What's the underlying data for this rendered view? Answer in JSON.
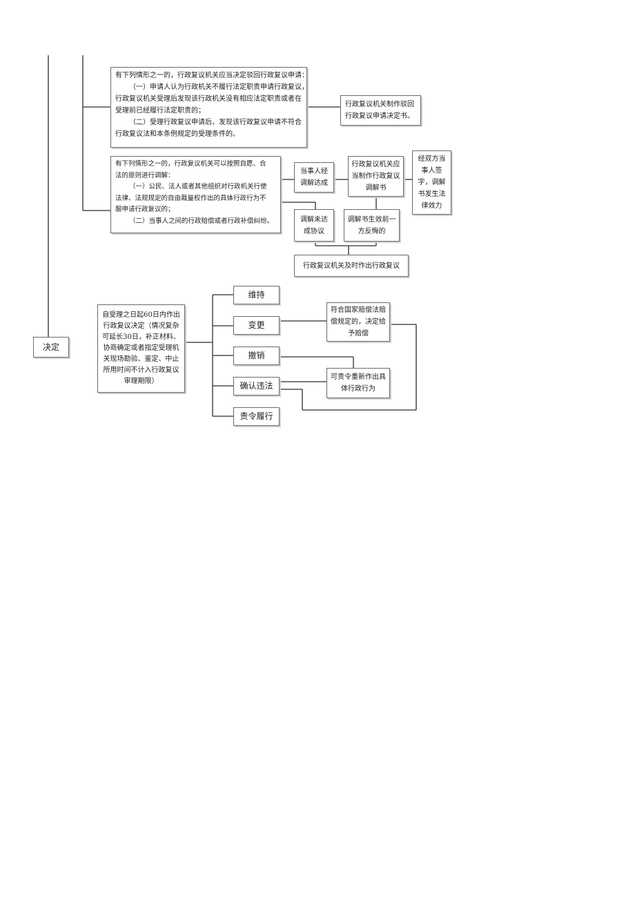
{
  "dismiss": {
    "conditions": [
      "有下列情形之一的，行政复议机关应当决定驳回行政复议申请：",
      "（一）申请人认为行政机关不履行法定职责申请行政复议，",
      "行政复议机关受理后发现该行政机关没有相应法定职责或者在",
      "受理前已经履行法定职责的；",
      "（二）受理行政复议申请后，发现该行政复议申请不符合",
      "行政复议法和本条例规定的受理条件的。"
    ],
    "result": [
      "行政复议机关制作驳回",
      "行政复议申请决定书。"
    ]
  },
  "mediation": {
    "conditions": [
      "有下列情形之一的，行政复议机关可以按照自愿、合",
      "法的原则进行调解：",
      "（一）公民、法人或者其他组织对行政机关行使",
      "法律、法规规定的自由裁量权作出的具体行政行为不",
      "服申请行政复议的；",
      "（二）当事人之间的行政赔偿或者行政补偿纠纷。"
    ],
    "agreed": "当事人经调解达成",
    "document": "行政复议机关应当制作行政复议调解书",
    "effective": "经双方当事人签字，调解书发生法律效力",
    "failed": "调解未达成协议",
    "regret": "调解书生效前一方反悔的",
    "timely": "行政复议机关及时作出行政复议"
  },
  "decision": {
    "label": "决定",
    "deadline": "自受理之日起60日内作出行政复议决定（情况复杂可延长30日，补正材料、协商确定或者指定受理机关现场勘验、鉴定、中止所用时间不计入行政复议审理期限）",
    "outcomes": [
      "维持",
      "变更",
      "撤销",
      "确认违法",
      "责令履行"
    ],
    "compensation": "符合国家赔偿法赔偿规定的，决定给予赔偿",
    "reorder": "可责令重新作出具体行政行为"
  }
}
